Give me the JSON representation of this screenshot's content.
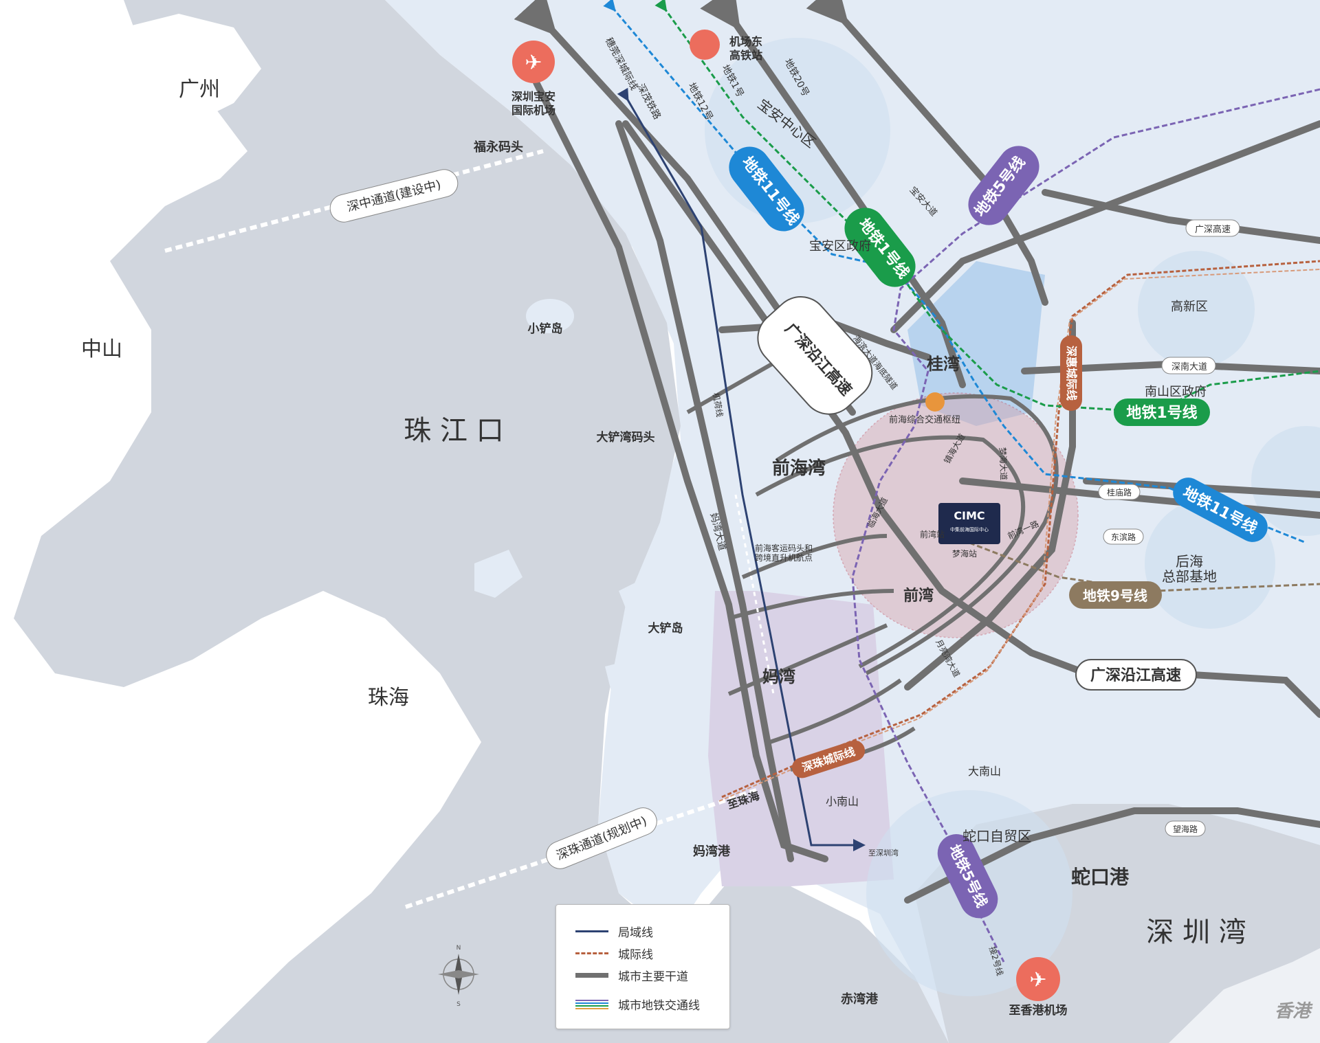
{
  "regions": {
    "guangzhou": "广州",
    "zhongshan": "中山",
    "zhuhai": "珠海",
    "pearl_river_mouth": "珠 江 口",
    "shenzhen_bay": "深 圳 湾",
    "hongkong": "香港"
  },
  "places": {
    "airport_baoan": [
      "深圳宝安",
      "国际机场"
    ],
    "airport_east_station": [
      "机场东",
      "高铁站"
    ],
    "fuyong_pier": "福永码头",
    "xiaochan_island": "小铲岛",
    "dachanwan_pier": "大铲湾码头",
    "dachan_island": "大铲岛",
    "baoan_center": "宝安中心区",
    "baoan_gov": "宝安区政府",
    "guiwan": "桂湾",
    "qianhaiwan": "前海湾",
    "qianwan": "前湾",
    "mawan": "妈湾",
    "hub": "前海综合交通枢纽",
    "ferry": [
      "前海客运码头和",
      "跨境直升机航点"
    ],
    "gaoxin": "高新区",
    "nanshan_gov": "南山区政府",
    "houhai": [
      "后海",
      "总部基地"
    ],
    "dananshan": "大南山",
    "xiaonanshan": "小南山",
    "shekou_ftz": "蛇口自贸区",
    "shekou_port": "蛇口港",
    "mawan_port": "妈湾港",
    "chiwan_port": "赤湾港",
    "to_hk_airport": "至香港机场",
    "to_zhuhai": "至珠海",
    "to_shenzhen_bay": "至深圳湾",
    "qianwan_station": "前湾站",
    "menghai_station": "梦海站",
    "cimc_logo": "CIMC",
    "cimc_sub": "中集前海国际中心"
  },
  "roads": {
    "guangshen_coastal_1": "广深沿江高速",
    "guangshen_coastal_2": "广深沿江高速",
    "guangshen_expressway": "广深高速",
    "baoan_avenue": "宝安大道",
    "shennan_avenue": "深南大道",
    "guimiao_road": "桂庙路",
    "dongbin_road": "东滨路",
    "wanghai_road": "望海路",
    "mawan_avenue": "妈湾大道",
    "menghai_avenue": "梦海大道",
    "qianwan_1st_road": "前湾一路",
    "yueliangwan_avenue": "月亮湾大道",
    "linhai_avenue": "临海大道",
    "haibin_tunnel": "海滨大道海底隧道",
    "zhenhai_avenue": "镇海大道",
    "shenzhong_channel": "深中通道(建设中)",
    "shenzhu_channel": "深珠通道(规划中)"
  },
  "lines": {
    "metro11_a": "地铁11号线",
    "metro11_b": "地铁11号线",
    "metro1_a": "地铁1号线",
    "metro1_b": "地铁1号线",
    "metro5_a": "地铁5号线",
    "metro5_b": "地铁5号线",
    "metro9": "地铁9号线",
    "shenhui_intercity": "深惠城际线",
    "shenzhu_intercity": "深珠城际线",
    "rotated_a": "穗莞深城际线",
    "rotated_b": "深茂铁路",
    "rotated_c": "机荷线",
    "rotated_d": "地铁12号",
    "rotated_e": "地铁1号",
    "rotated_f": "地铁20号",
    "rotated_g": "接2号线"
  },
  "legend": {
    "items": [
      "局域线",
      "城际线",
      "城市主要干道",
      "城市地铁交通线"
    ]
  },
  "colors": {
    "sea": "#e3ebf5",
    "land": "#d0d5dd",
    "white_land": "#ffffff",
    "road": "#707070",
    "metro11": "#1e88d6",
    "metro1": "#1a9c4a",
    "metro5": "#7b64b3",
    "metro9": "#8d7a60",
    "intercity": "#b7613f",
    "local_line": "#2d4272",
    "circle": "#d8a0a8"
  }
}
